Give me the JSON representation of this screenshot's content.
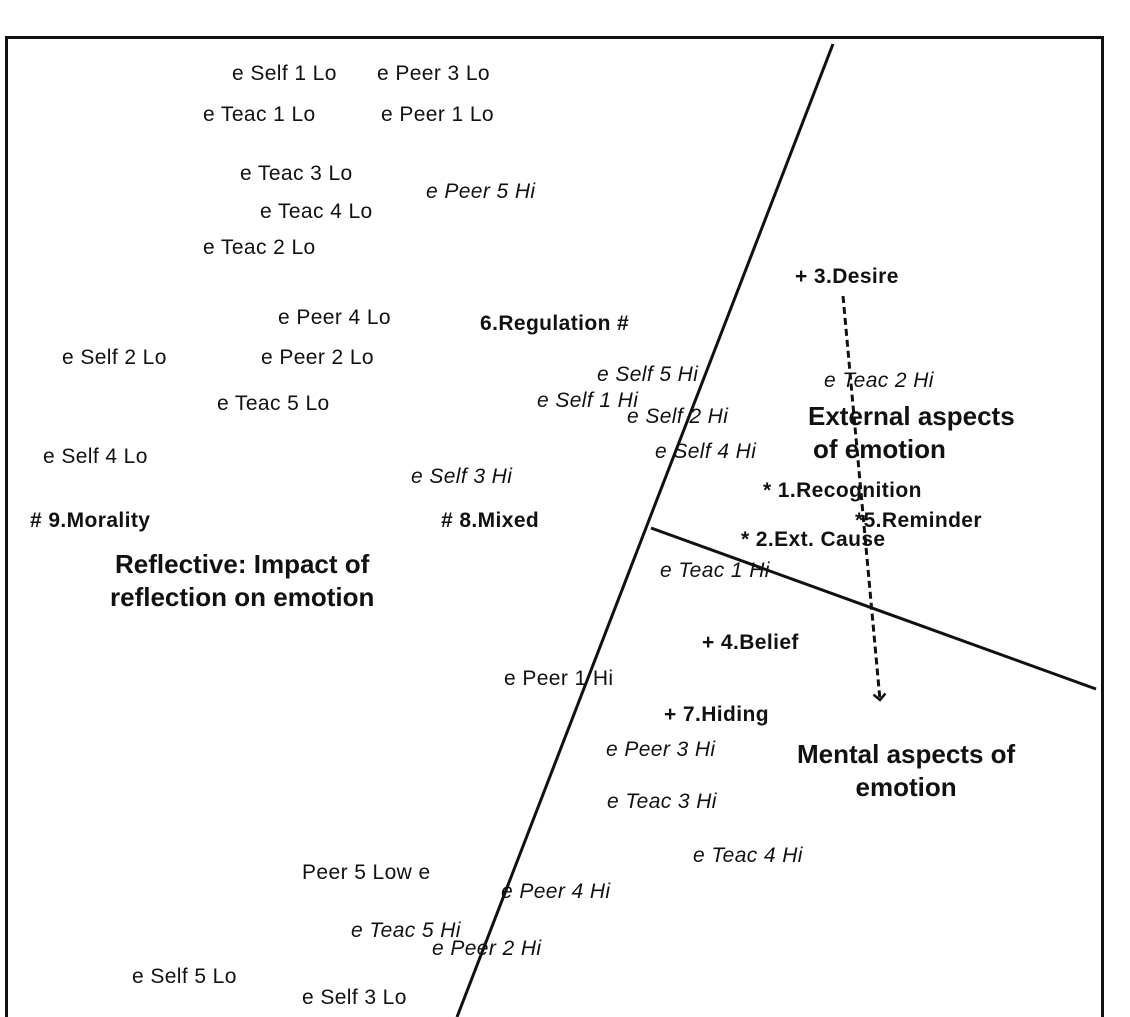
{
  "items": {
    "self1lo": "e Self  1 Lo",
    "peer3lo": "e Peer 3 Lo",
    "teac1lo": "e Teac 1 Lo",
    "peer1lo": "e Peer 1 Lo",
    "teac3lo": "e Teac 3 Lo",
    "peer5hi": "e Peer 5 Hi",
    "teac4lo": "e Teac 4 Lo",
    "teac2lo": "e Teac 2 Lo",
    "desire": "+ 3.Desire",
    "peer4lo": "e Peer 4 Lo",
    "regulation": "6.Regulation #",
    "self2lo": "e Self 2 Lo",
    "peer2lo": "e Peer 2 Lo",
    "self5hi": "e Self 5 Hi",
    "teac2hi": "e Teac 2 Hi",
    "teac5lo": "e Teac  5 Lo",
    "self1hi": "e Self 1 Hi",
    "self2hi": "e Self 2 Hi",
    "self4lo": "e Self 4 Lo",
    "self4hi": "e Self 4 Hi",
    "self3hi": "e Self 3 Hi",
    "recognition": "* 1.Recognition",
    "morality": "# 9.Morality",
    "mixed": "# 8.Mixed",
    "reminder": "*5.Reminder",
    "extcause": "* 2.Ext. Cause",
    "teac1hi": "e Teac 1 Hi",
    "belief": "+ 4.Belief",
    "peer1hi": "e Peer 1 Hi",
    "hiding": "+ 7.Hiding",
    "peer3hi": "e Peer 3 Hi",
    "teac3hi": "e Teac 3 Hi",
    "teac4hi": "e Teac 4 Hi",
    "peer5low": "Peer 5 Low e",
    "peer4hi": "e Peer 4 Hi",
    "teac5hi": "e Teac 5 Hi",
    "peer2hi": "e Peer 2 Hi",
    "self5lo": "e Self 5 Lo",
    "self3lo": "e Self 3 Lo"
  },
  "regions": {
    "external_line1": "External aspects",
    "external_line2": "of emotion",
    "reflective_line1": "Reflective: Impact of",
    "reflective_line2": "reflection on emotion",
    "mental_line1": "Mental aspects of",
    "mental_line2": "emotion"
  }
}
